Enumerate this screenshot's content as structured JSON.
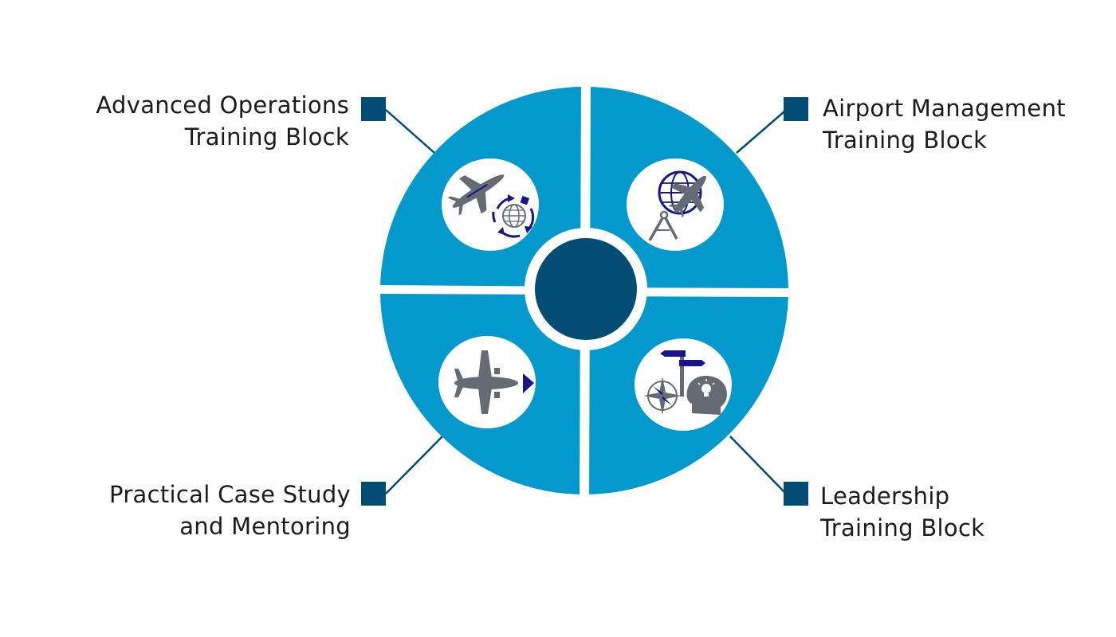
{
  "colors": {
    "ring": "#0399cc",
    "center": "#034d74",
    "marker": "#034d74",
    "connector": "#034d74",
    "icon_gray": "#656b73",
    "icon_blue": "#16168a",
    "background": "#ffffff"
  },
  "blocks": {
    "top_left": {
      "line1": "Advanced Operations",
      "line2": "Training Block",
      "icon": "airplane-globe-cycle-icon"
    },
    "top_right": {
      "line1": "Airport Management",
      "line2": "Training Block",
      "icon": "globe-airplane-compass-icon"
    },
    "bottom_left": {
      "line1": "Practical Case Study",
      "line2": "and Mentoring",
      "icon": "airplane-arrow-icon"
    },
    "bottom_right": {
      "line1": "Leadership",
      "line2": "Training Block",
      "icon": "signpost-compass-head-icon"
    }
  }
}
